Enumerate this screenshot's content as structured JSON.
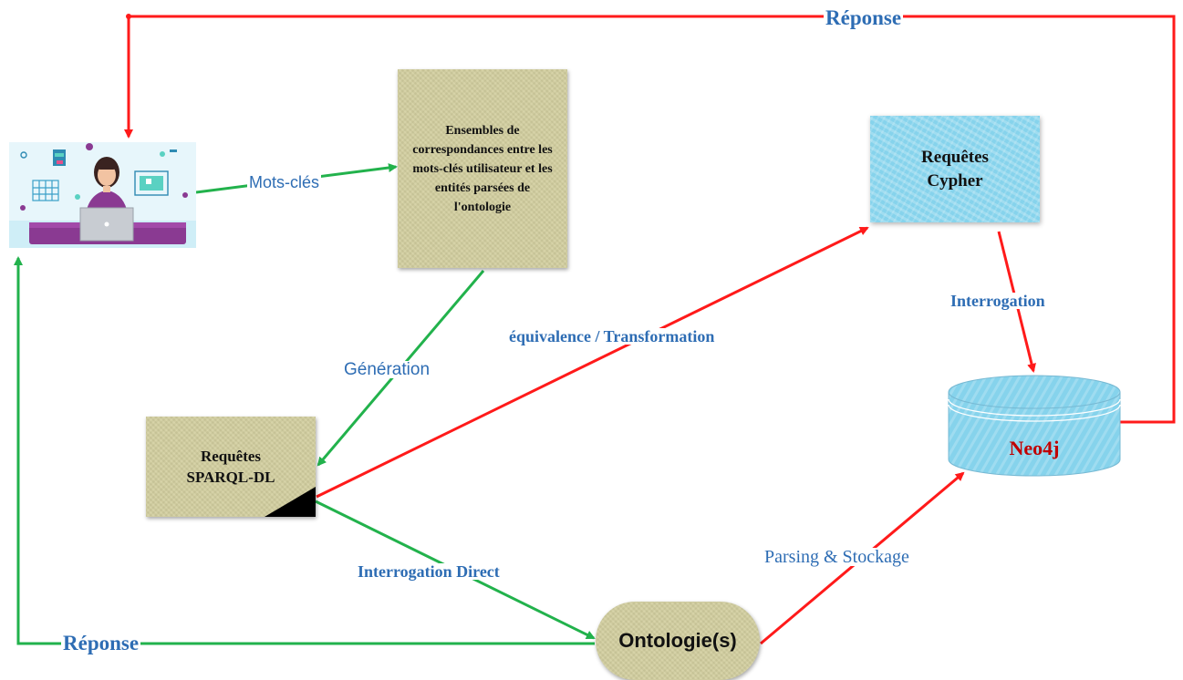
{
  "nodes": {
    "correspondances": "Ensembles de correspondances entre les mots-clés utilisateur et les entités parsées de l'ontologie",
    "cypher": "Requêtes Cypher",
    "sparql": "Requêtes SPARQL-DL",
    "neo4j": "Neo4j",
    "ontologie": "Ontologie(s)"
  },
  "edges": {
    "reponse_top": "Réponse",
    "mots_cles": "Mots-clés",
    "generation": "Génération",
    "equivalence": "équivalence / Transformation",
    "interrogation": "Interrogation",
    "interrogation_direct": "Interrogation Direct",
    "parsing": "Parsing & Stockage",
    "reponse_bottom": "Réponse"
  },
  "colors": {
    "red_arrow": "#ff1a1a",
    "green_arrow": "#22b24c",
    "label_blue": "#2e6db4",
    "neo4j_text": "#c00000"
  }
}
